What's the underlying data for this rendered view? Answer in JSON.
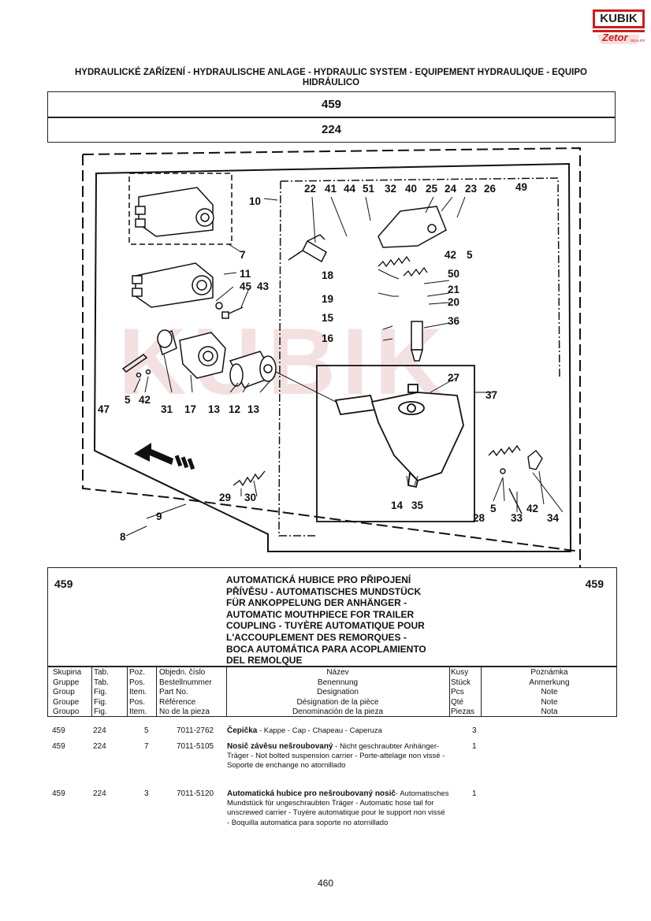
{
  "brand": {
    "name": "KUBIK",
    "sub": "Zetor",
    "tiny": "DEALER",
    "color": "#cc1f1f"
  },
  "header": {
    "line1": "HYDRAULICKÉ ZAŘÍZENÍ - HYDRAULISCHE ANLAGE - HYDRAULIC SYSTEM - EQUIPEMENT HYDRAULIQUE - EQUIPO",
    "line2": "HIDRÁULICO"
  },
  "group_number": "459",
  "table_number": "224",
  "callouts": {
    "c10": "10",
    "c22": "22",
    "c41": "41",
    "c44": "44",
    "c51": "51",
    "c32": "32",
    "c40": "40",
    "c25": "25",
    "c24": "24",
    "c23": "23",
    "c26": "26",
    "c49": "49",
    "c7": "7",
    "c11": "11",
    "c45": "45",
    "c43": "43",
    "c42a": "42",
    "c5a": "5",
    "c18": "18",
    "c50": "50",
    "c21": "21",
    "c19": "19",
    "c20": "20",
    "c15": "15",
    "c36": "36",
    "c16": "16",
    "c47": "47",
    "c5b": "5",
    "c42b": "42",
    "c31": "31",
    "c17": "17",
    "c13a": "13",
    "c12": "12",
    "c13b": "13",
    "c27": "27",
    "c37": "37",
    "c29": "29",
    "c30": "30",
    "c9": "9",
    "c8": "8",
    "c14": "14",
    "c35": "35",
    "c28": "28",
    "c5c": "5",
    "c33": "33",
    "c42c": "42",
    "c34": "34"
  },
  "info": {
    "group_left": "459",
    "group_right": "459",
    "title": [
      "AUTOMATICKÁ HUBICE PRO PŘIPOJENÍ",
      "PŘÍVĚSU - AUTOMATISCHES MUNDSTÜCK",
      "FÜR ANKOPPELUNG DER ANHÄNGER -",
      "AUTOMATIC MOUTHPIECE FOR TRAILER",
      "COUPLING - TUYÈRE AUTOMATIQUE POUR",
      "L'ACCOUPLEMENT DES REMORQUES -",
      "BOCA AUTOMÁTICA PARA ACOPLAMIENTO",
      "DEL REMOLQUE"
    ]
  },
  "columns": {
    "group": [
      "Skupina",
      "Gruppe",
      "Group",
      "Groupe",
      "Groupo"
    ],
    "table": [
      "Tab.",
      "Tab.",
      "Fig.",
      "Fig.",
      "Fig."
    ],
    "pos": [
      "Poz.",
      "Pos.",
      "Item.",
      "Pos.",
      "Item."
    ],
    "part": [
      "Objedn. číslo",
      "Bestellnummer",
      "Part No.",
      "Référence",
      "No de la pieza"
    ],
    "name": [
      "Název",
      "Benennung",
      "Designation",
      "Désignation de la pièce",
      "Denominación de la pieza"
    ],
    "qty": [
      "Kusy",
      "Stück",
      "Pcs",
      "Qté",
      "Piezas"
    ],
    "note": [
      "Poznámka",
      "Anmerkung",
      "Note",
      "Note",
      "Nota"
    ]
  },
  "rows": [
    {
      "group": "459",
      "table": "224",
      "pos": "5",
      "part": "7011-2762",
      "name_bold": "Čepička",
      "name_rest": " - Kappe - Cap - Chapeau - Caperuza",
      "qty": "3"
    },
    {
      "group": "459",
      "table": "224",
      "pos": "7",
      "part": "7011-5105",
      "name_bold": "Nosič závěsu nešroubovaný",
      "name_rest": "  - Nicht geschraubter Anhänger-Träger - Not bolted suspension carrier - Porte-attelage non vissé - Soporte de enchange no atornillado",
      "qty": "1"
    },
    {
      "group": "459",
      "table": "224",
      "pos": "3",
      "part": "7011-5120",
      "name_bold": "Automatická hubice pro nešroubovaný nosič",
      "name_rest": "- Automatisches Mundstück für ungeschraubten Träger - Automatic hose tail for unscrewed carrier - Tuyère automatique pour le support non vissé - Boquilla automatica para soporte no atornillado",
      "qty": "1"
    }
  ],
  "page_number": "460"
}
